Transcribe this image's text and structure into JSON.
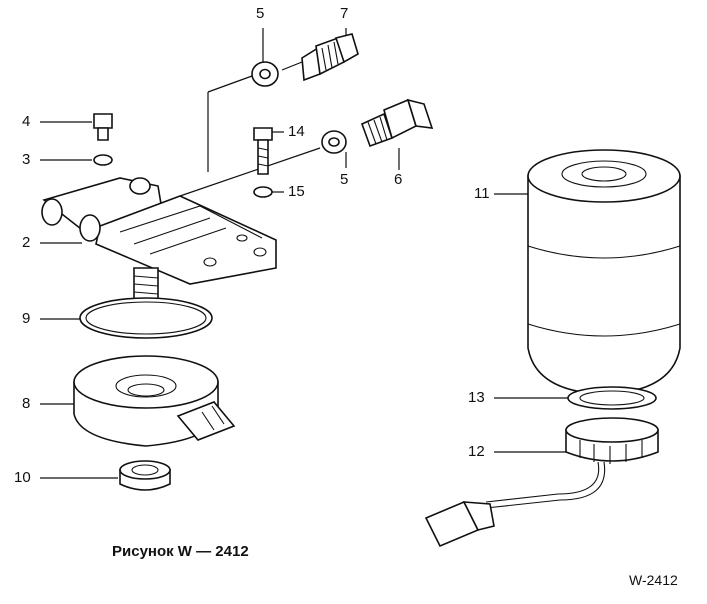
{
  "labels": {
    "l5a": "5",
    "l7": "7",
    "l4": "4",
    "l14": "14",
    "l5b": "5",
    "l6": "6",
    "l3": "3",
    "l15": "15",
    "l2": "2",
    "l11": "11",
    "l9": "9",
    "l8": "8",
    "l13": "13",
    "l12": "12",
    "l10": "10"
  },
  "caption": "Рисунок W — 2412",
  "figure_code": "W-2412"
}
